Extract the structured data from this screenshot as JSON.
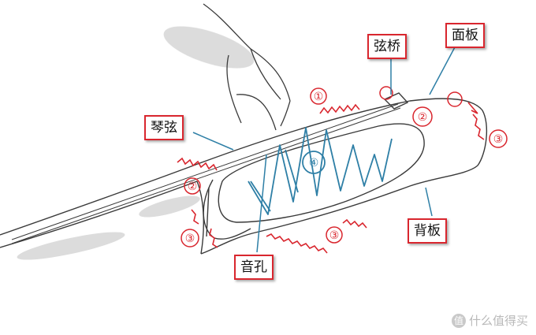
{
  "labels": {
    "bridge": "弦桥",
    "top_plate": "面板",
    "strings": "琴弦",
    "sound_hole": "音孔",
    "back_plate": "背板"
  },
  "markers": [
    "①",
    "②",
    "③",
    "④"
  ],
  "watermark": {
    "badge": "值",
    "text": "什么值得买"
  },
  "colors": {
    "callout_border": "#d9262e",
    "vibration_red": "#d9262e",
    "sound_blue": "#2e7fa6",
    "sketch_line": "#3a3a3a"
  }
}
